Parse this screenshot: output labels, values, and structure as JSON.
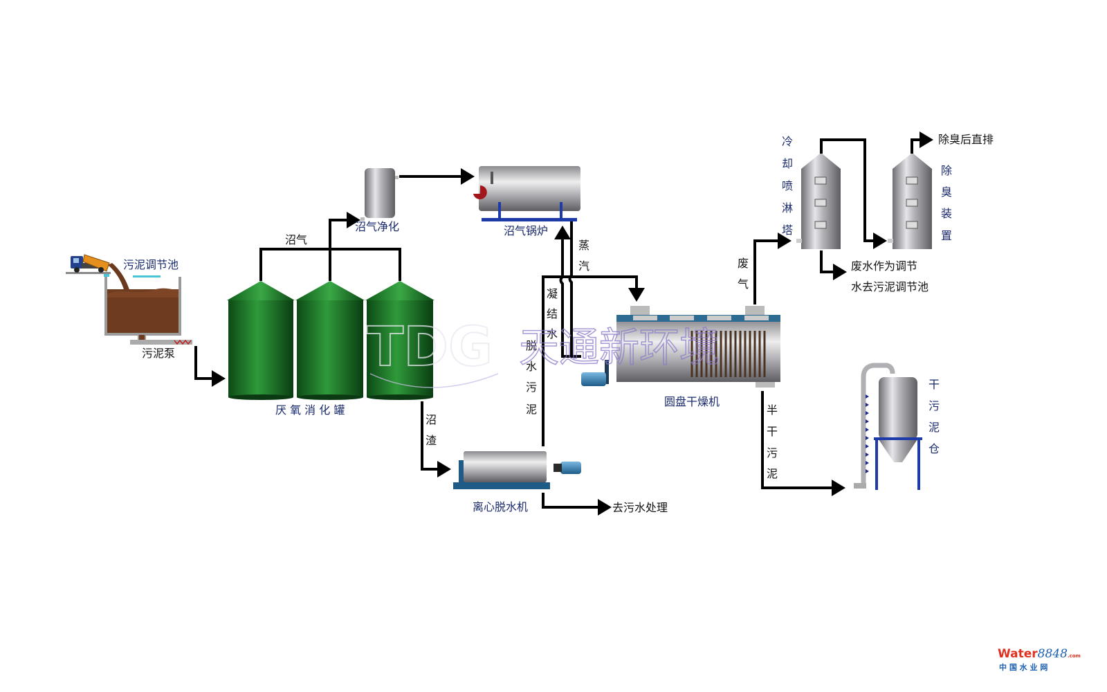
{
  "title": "污泥厌氧消化干化处理工艺流程图",
  "equipment": {
    "sludge_tank": "污泥调节池",
    "sludge_pump": "污泥泵",
    "digester": "厌 氧 消 化 罐",
    "biogas_purifier": "沼气净化",
    "biogas_boiler": "沼气锅炉",
    "centrifuge": "离心脱水机",
    "disc_dryer": "圆盘干燥机",
    "cooling_tower": [
      "冷",
      "却",
      "喷",
      "淋",
      "塔"
    ],
    "deodorizer": [
      "除",
      "臭",
      "装",
      "置"
    ],
    "dry_silo": [
      "干",
      "污",
      "泥",
      "仓"
    ]
  },
  "flows": {
    "biogas": "沼气",
    "digestate": [
      "沼",
      "渣"
    ],
    "steam": [
      "蒸",
      "汽"
    ],
    "condensate": [
      "凝",
      "结",
      "水"
    ],
    "dewatered_sludge": [
      "脱",
      "水",
      "污",
      "泥"
    ],
    "to_wastewater": "去污水处理",
    "exhaust_gas": [
      "废",
      "气"
    ],
    "wastewater_return": [
      "废水作为调节",
      "水去污泥调节池"
    ],
    "deodorized_discharge": "除臭后直排",
    "semi_dry_sludge": [
      "半",
      "干",
      "污",
      "泥"
    ]
  },
  "watermark": {
    "latin": "TDG",
    "cjk": "天通新环境"
  },
  "source_logo": {
    "brand": "Water",
    "number": "8848",
    "suffix": ".com",
    "cn": "中 国 水 业 网"
  }
}
